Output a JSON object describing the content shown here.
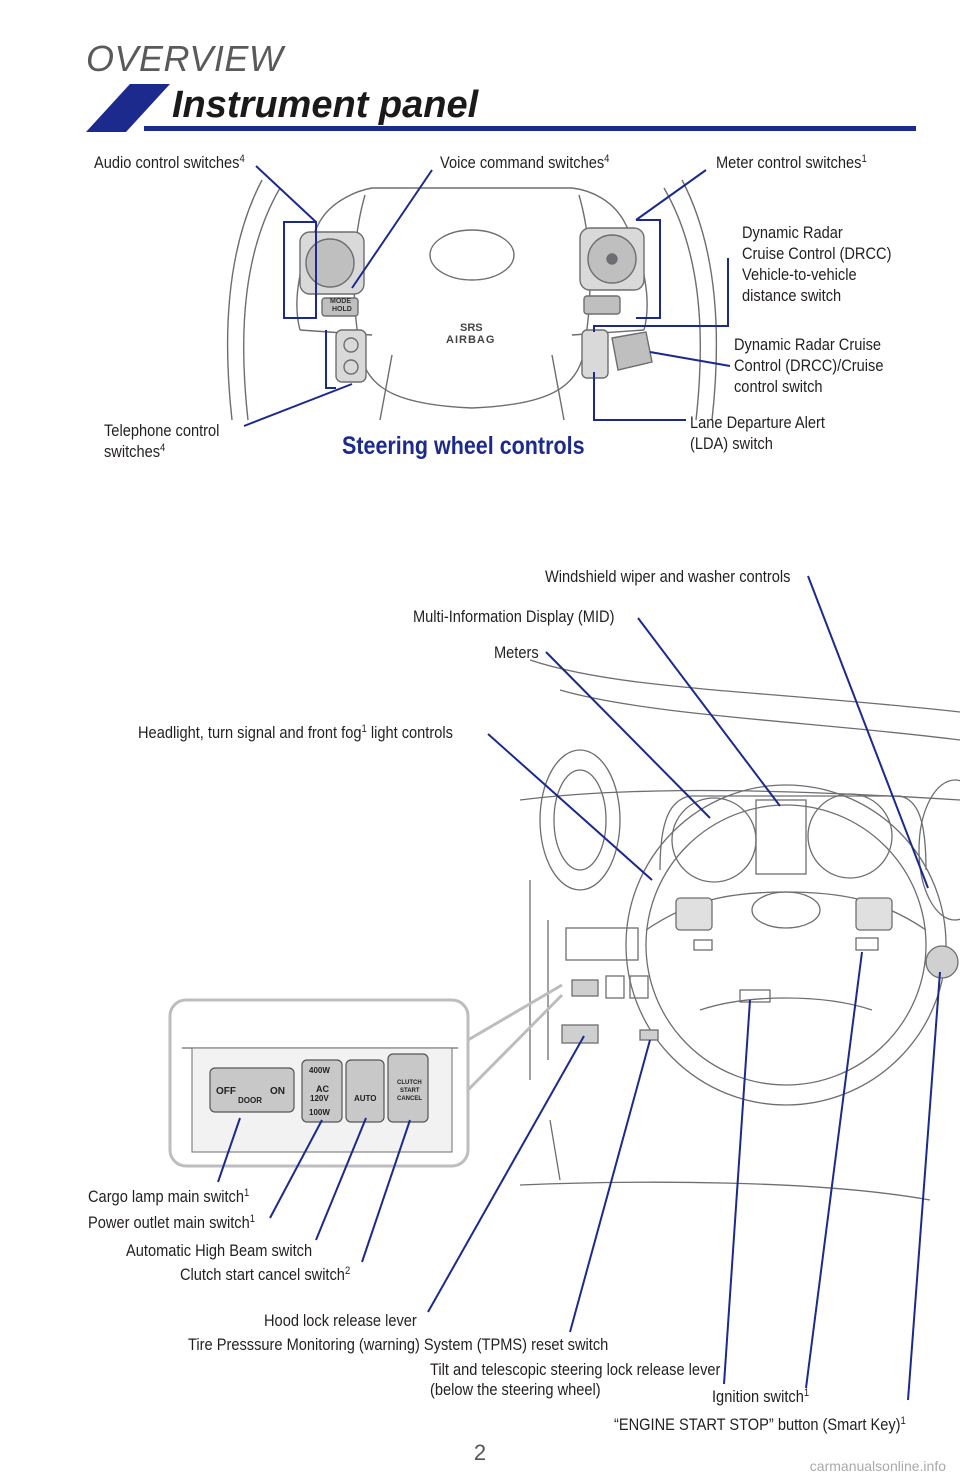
{
  "header": {
    "section": "OVERVIEW",
    "title": "Instrument panel"
  },
  "steering": {
    "subtitle": "Steering wheel controls",
    "labels": {
      "audio": "Audio control switches",
      "audio_sup": "4",
      "voice": "Voice command switches",
      "voice_sup": "4",
      "meter": "Meter control switches",
      "meter_sup": "1",
      "drcc_distance": "Dynamic Radar\nCruise Control (DRCC)\nVehicle-to-vehicle\ndistance switch",
      "drcc_cruise": "Dynamic Radar Cruise\nControl (DRCC)/Cruise\ncontrol switch",
      "lda": "Lane Departure Alert\n(LDA) switch",
      "telephone": "Telephone control\nswitches",
      "telephone_sup": "4"
    },
    "wheel_text": {
      "srs": "SRS",
      "airbag": "AIRBAG",
      "mode": "MODE",
      "hold": "HOLD"
    }
  },
  "dashboard": {
    "labels": {
      "wiper": "Windshield wiper and washer controls",
      "mid": "Multi-Information Display (MID)",
      "meters": "Meters",
      "headlight_a": "Headlight, turn signal and front fog",
      "headlight_sup": "1",
      "headlight_b": " light controls",
      "cargo": "Cargo lamp main switch",
      "cargo_sup": "1",
      "power": "Power outlet main switch",
      "power_sup": "1",
      "ahb": "Automatic High Beam switch",
      "clutch": "Clutch start cancel switch",
      "clutch_sup": "2",
      "hood": "Hood lock release lever",
      "tpms": "Tire Presssure Monitoring (warning) System (TPMS) reset switch",
      "tilt": "Tilt and telescopic steering lock release lever\n(below the steering wheel)",
      "ignition": "Ignition switch",
      "ignition_sup": "1",
      "engine": "“ENGINE START STOP” button (Smart Key)",
      "engine_sup": "1"
    },
    "switch_panel": {
      "off": "OFF",
      "on": "ON",
      "door": "DOOR",
      "w400": "400W",
      "ac": "AC",
      "v120": "120V",
      "w100": "100W",
      "auto": "AUTO",
      "clutch1": "CLUTCH",
      "clutch2": "START",
      "clutch3": "CANCEL"
    }
  },
  "footer": {
    "page_number": "2",
    "watermark": "carmanualsonline.info"
  },
  "colors": {
    "accent_blue": "#1b2a8c",
    "line_gray": "#6d6e71",
    "panel_gray": "#c8c8c8"
  }
}
